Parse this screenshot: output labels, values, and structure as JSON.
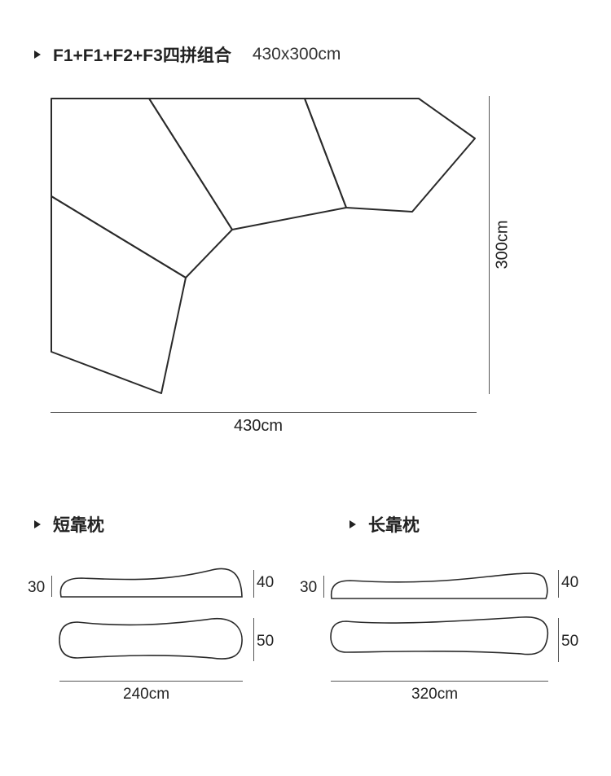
{
  "main_section": {
    "title": "F1+F1+F2+F3四拼组合",
    "size": "430x300cm",
    "width_label": "430cm",
    "height_label": "300cm"
  },
  "short_pillow": {
    "title": "短靠枕",
    "left_height": "30",
    "right_height": "40",
    "depth": "50",
    "length": "240cm"
  },
  "long_pillow": {
    "title": "长靠枕",
    "left_height": "30",
    "right_height": "40",
    "depth": "50",
    "length": "320cm"
  }
}
